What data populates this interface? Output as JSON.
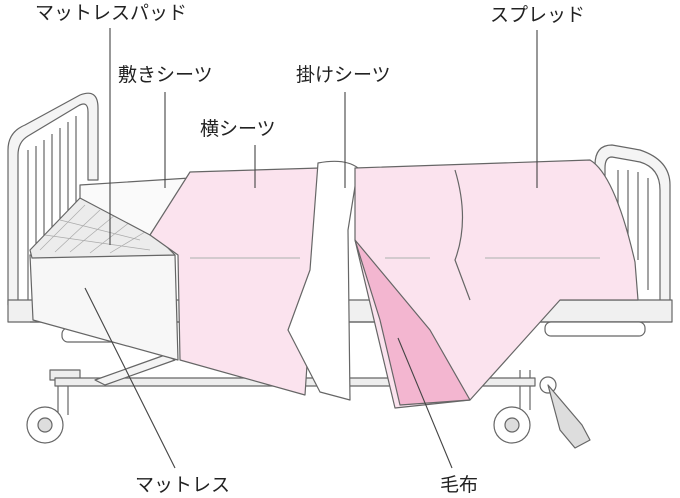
{
  "labels": {
    "mattress_pad": "マットレスパッド",
    "bottom_sheet": "敷きシーツ",
    "draw_sheet": "横シーツ",
    "top_sheet": "掛けシーツ",
    "bedspread": "スプレッド",
    "mattress": "マットレス",
    "blanket": "毛布"
  },
  "colors": {
    "line": "#555555",
    "pink_light": "#fbe3ee",
    "pink_mid": "#f7cfe0",
    "pink_dark": "#f3b6d0",
    "frame": "#f2f2f2"
  }
}
